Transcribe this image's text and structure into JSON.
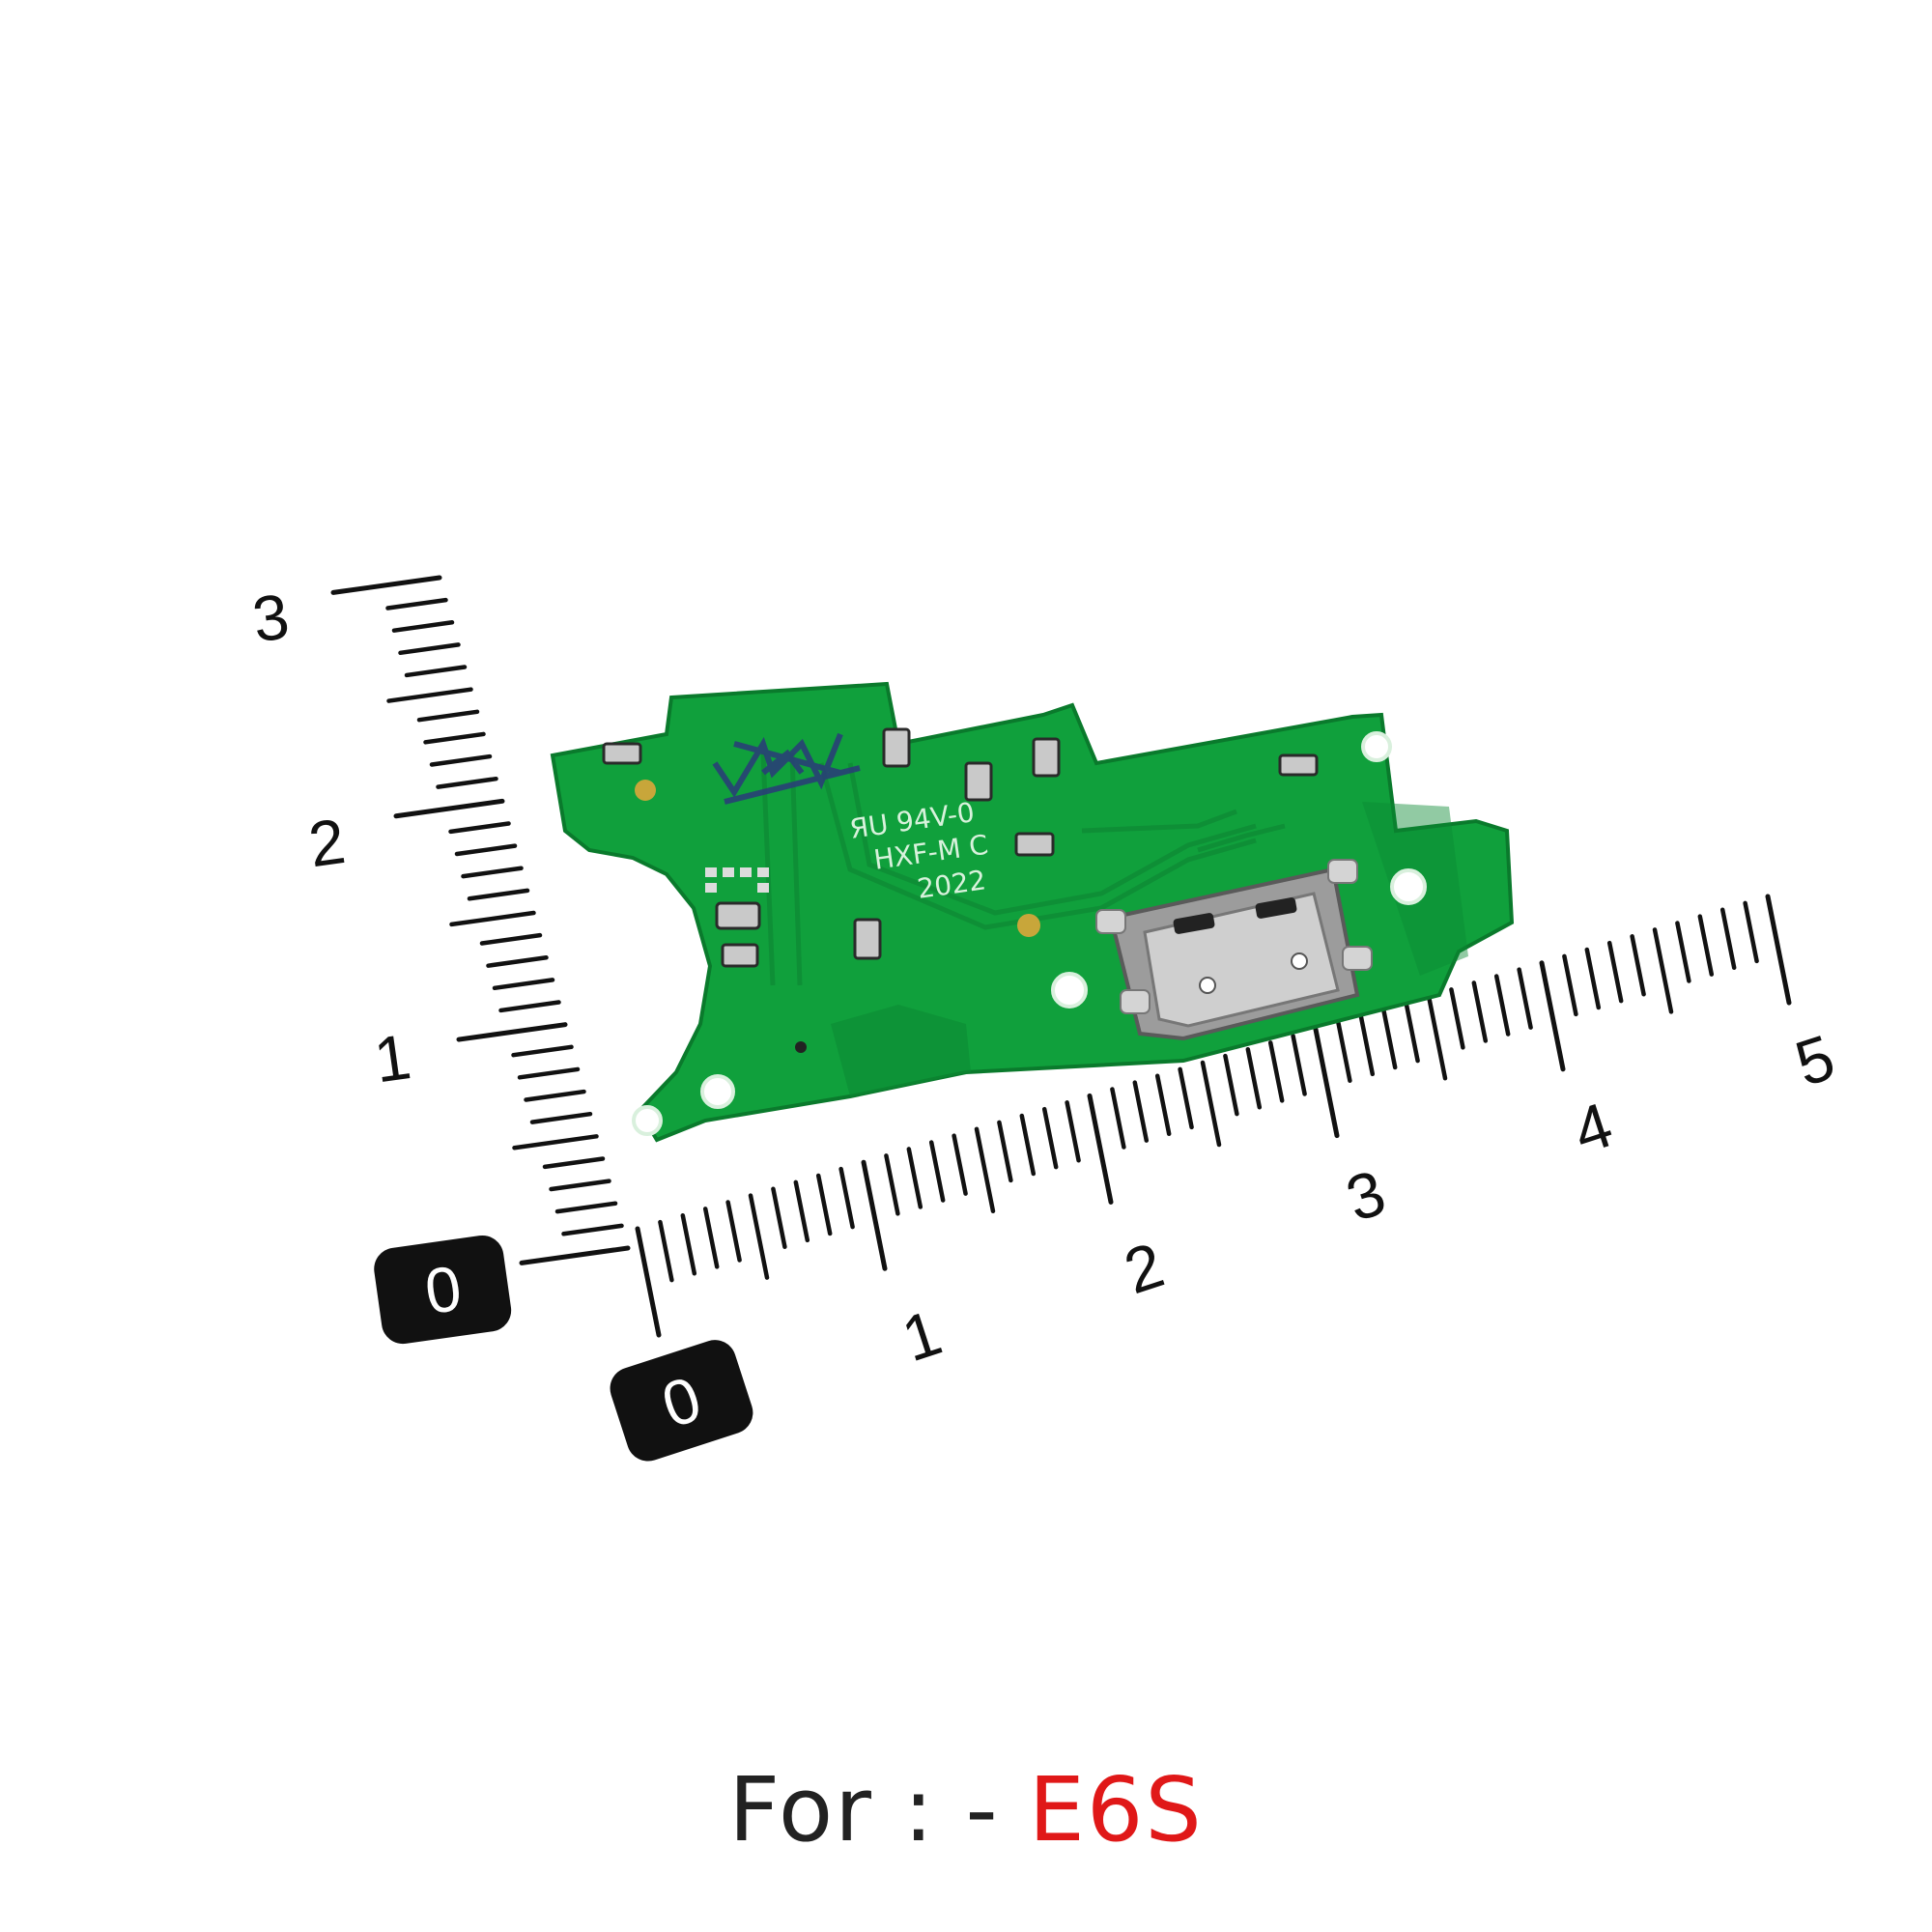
{
  "colors": {
    "pcb": "#10a03c",
    "pcb_edge": "#0a7a2c",
    "ruler_ink": "#111111",
    "silk": "#d8f2dc",
    "model_text": "#e01818",
    "label_text": "#222222"
  },
  "ruler_vertical": {
    "labels": [
      "0",
      "1",
      "2",
      "3"
    ]
  },
  "ruler_horizontal": {
    "labels": [
      "0",
      "1",
      "2",
      "3",
      "4",
      "5"
    ]
  },
  "board": {
    "silkscreen": [
      "ЯU 94V-0",
      "HXF-M C",
      "2022"
    ],
    "connector": "micro-usb-port"
  },
  "caption": {
    "prefix": "For : -",
    "model": "E6S"
  }
}
